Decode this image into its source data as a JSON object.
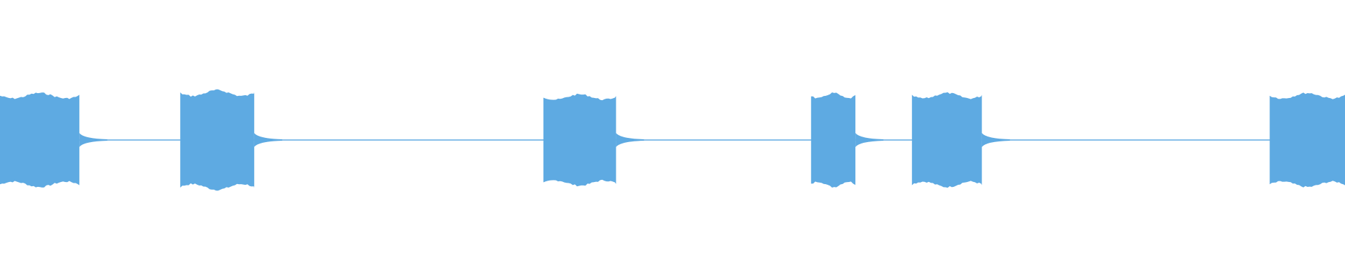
{
  "waveform": {
    "color": "#5eaae2",
    "background": "#ffffff",
    "bursts_count": 6,
    "burst_peak_amplitude": 0.34,
    "silence_noise_amplitude": 0.006,
    "bursts": [
      {
        "start": 0.0,
        "end": 0.059,
        "peak": 0.34
      },
      {
        "start": 0.134,
        "end": 0.189,
        "peak": 0.36
      },
      {
        "start": 0.404,
        "end": 0.458,
        "peak": 0.33
      },
      {
        "start": 0.603,
        "end": 0.636,
        "peak": 0.34
      },
      {
        "start": 0.678,
        "end": 0.73,
        "peak": 0.34
      },
      {
        "start": 0.944,
        "end": 1.0,
        "peak": 0.34
      }
    ]
  }
}
